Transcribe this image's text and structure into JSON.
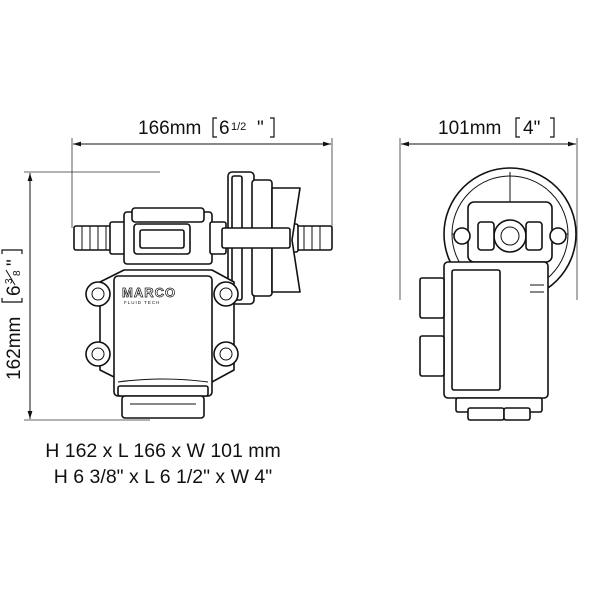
{
  "dimensions": {
    "length": {
      "metric": "166mm",
      "inches_whole": "6",
      "inches_frac": "1/2",
      "inches_full": "6½\""
    },
    "width": {
      "metric": "101mm",
      "inches": "4\""
    },
    "height": {
      "metric": "162mm",
      "inches_whole": "6",
      "inches_num": "3",
      "inches_den": "8",
      "inches_full": "6⅜\""
    }
  },
  "summary": {
    "line1": "H 162 x L 166 x W 101 mm",
    "line2": "H 6 3/8\" x L 6 1/2\" x W 4\""
  },
  "product": {
    "brand": "MARCO",
    "brand_sub": "FLUID TECH"
  },
  "colors": {
    "line": "#111111",
    "background": "#ffffff"
  }
}
